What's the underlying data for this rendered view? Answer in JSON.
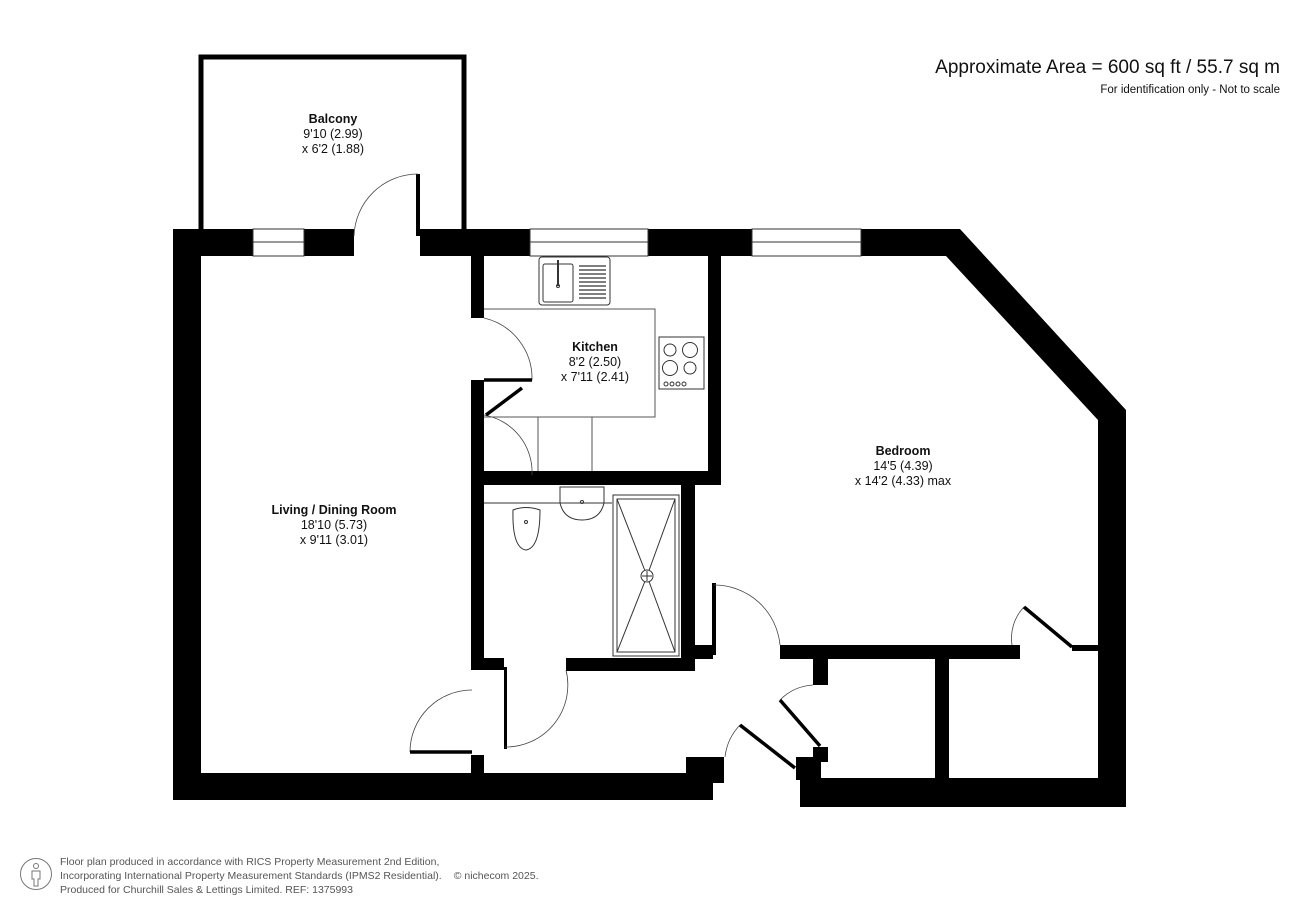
{
  "header": {
    "area": "Approximate Area = 600 sq ft / 55.7 sq m",
    "disclaimer": "For identification only - Not to scale"
  },
  "rooms": {
    "balcony": {
      "name": "Balcony",
      "dim1": "9'10 (2.99)",
      "dim2": "x 6'2 (1.88)"
    },
    "kitchen": {
      "name": "Kitchen",
      "dim1": "8'2 (2.50)",
      "dim2": "x 7'11 (2.41)"
    },
    "bedroom": {
      "name": "Bedroom",
      "dim1": "14'5 (4.39)",
      "dim2": "x 14'2 (4.33) max"
    },
    "living": {
      "name": "Living / Dining Room",
      "dim1": "18'10 (5.73)",
      "dim2": "x 9'11 (3.01)"
    }
  },
  "footer": {
    "line1": "Floor plan produced in accordance with RICS Property Measurement 2nd Edition,",
    "line2": "Incorporating International Property Measurement Standards (IPMS2 Residential).",
    "copyright": "© nichecom 2025.",
    "line3": "Produced for Churchill Sales & Lettings Limited.   REF: 1375993",
    "icon": "person-in-circle-icon"
  },
  "colors": {
    "wall": "#000000",
    "fixture_line": "#333333",
    "background": "#ffffff",
    "footer_text": "#555555"
  }
}
